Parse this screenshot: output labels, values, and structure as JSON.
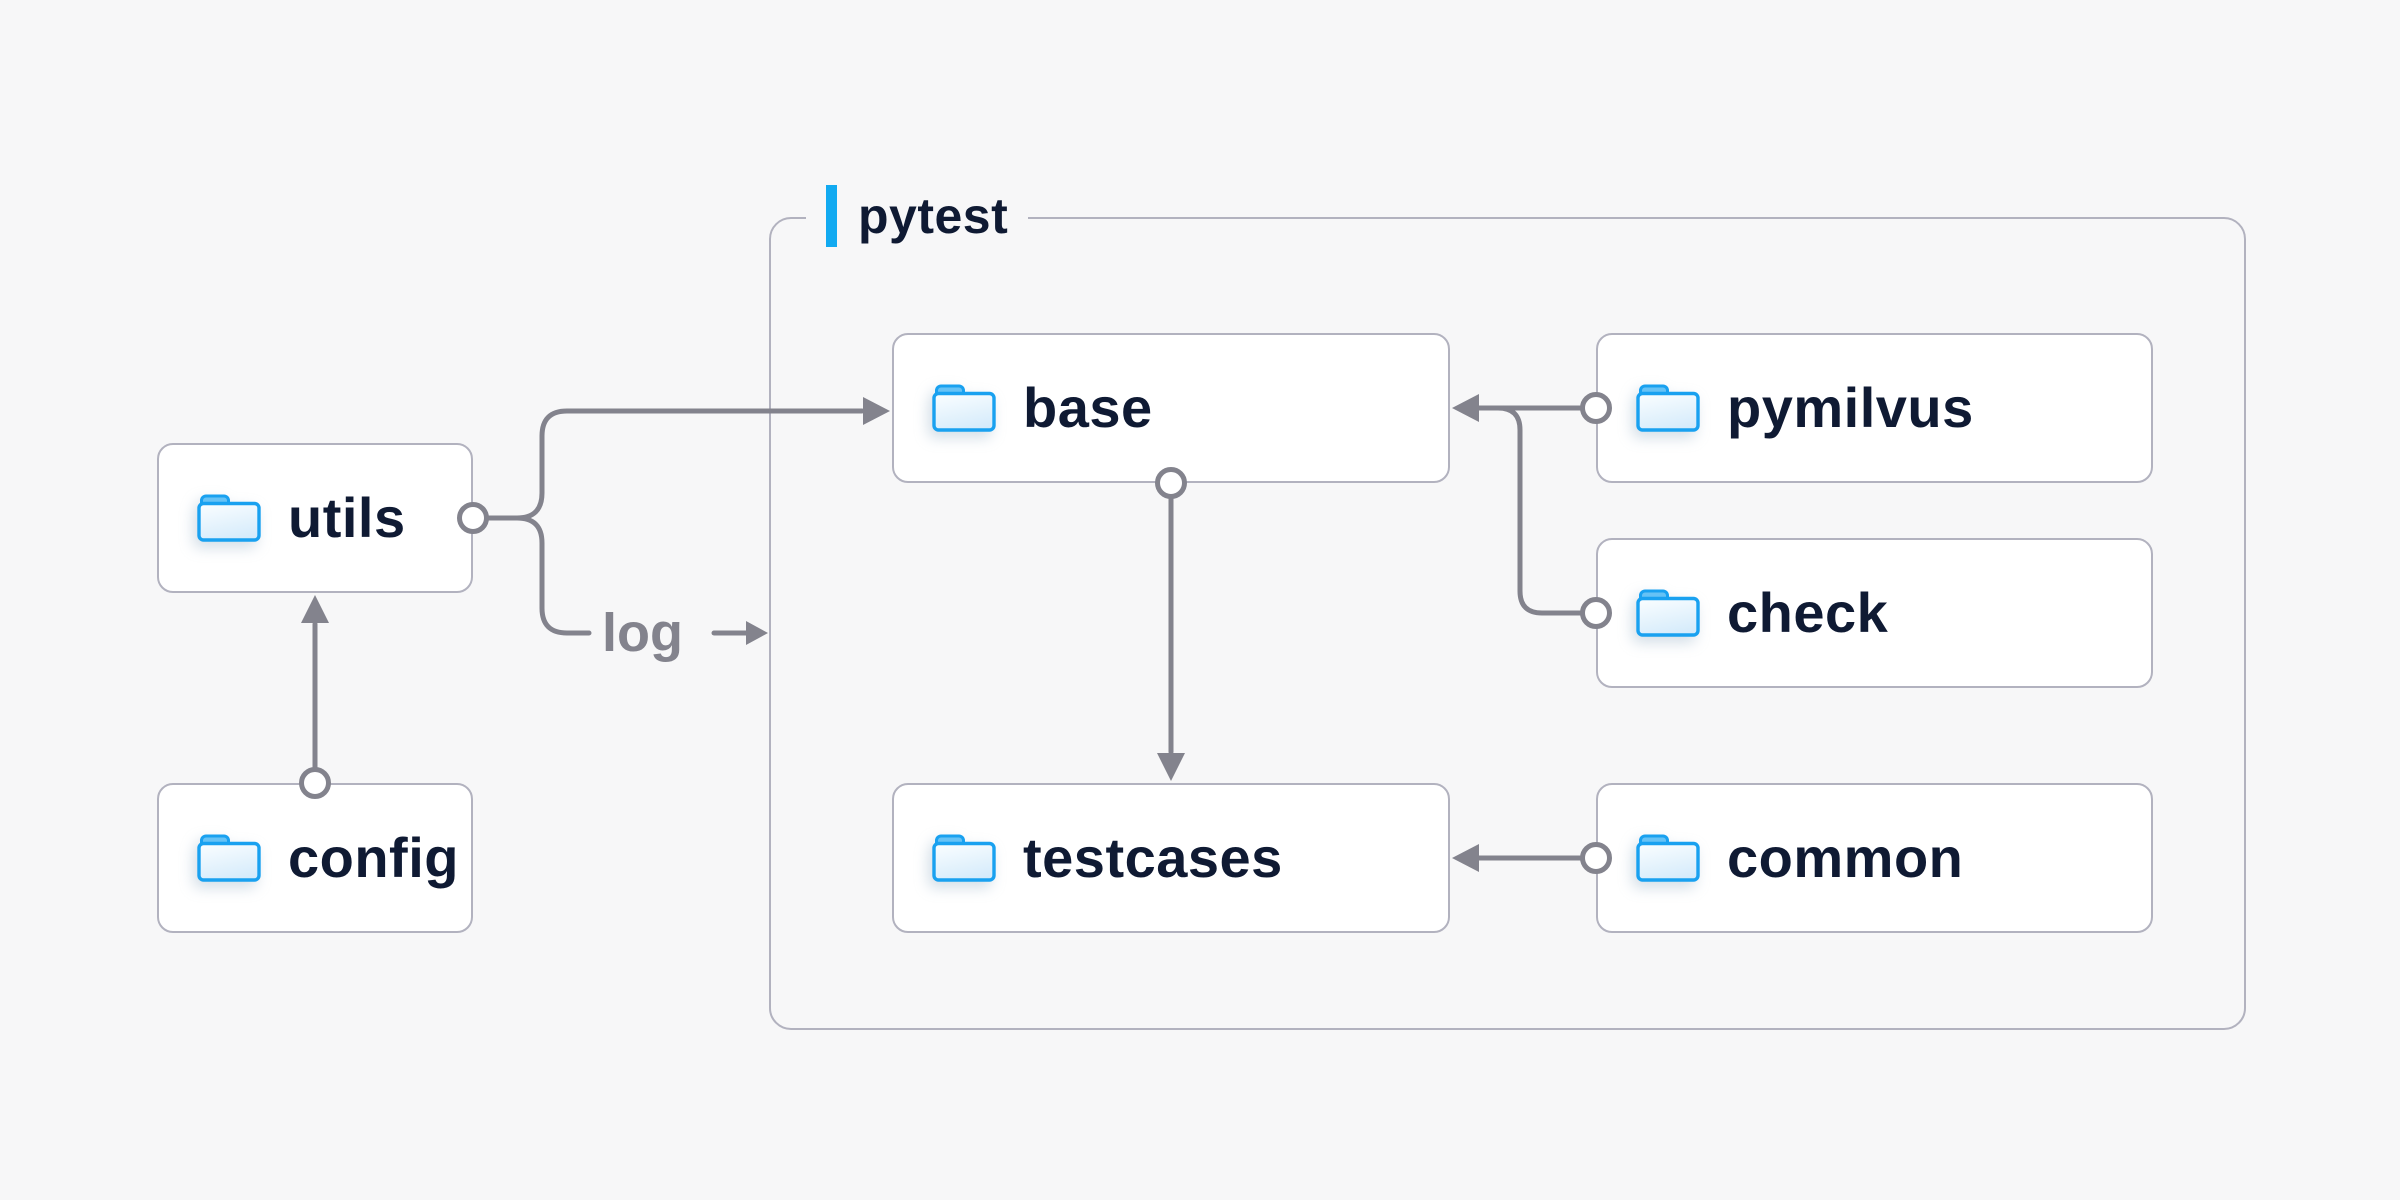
{
  "diagram": {
    "group": {
      "label": "pytest"
    },
    "nodes": {
      "utils": {
        "label": "utils",
        "icon": "folder-icon"
      },
      "config": {
        "label": "config",
        "icon": "folder-icon"
      },
      "base": {
        "label": "base",
        "icon": "folder-icon"
      },
      "pymilvus": {
        "label": "pymilvus",
        "icon": "folder-icon"
      },
      "check": {
        "label": "check",
        "icon": "folder-icon"
      },
      "testcases": {
        "label": "testcases",
        "icon": "folder-icon"
      },
      "common": {
        "label": "common",
        "icon": "folder-icon"
      }
    },
    "edge_labels": {
      "log": "log"
    },
    "edges": [
      {
        "from": "config",
        "to": "utils"
      },
      {
        "from": "utils",
        "to": "base"
      },
      {
        "from": "utils",
        "to": "log"
      },
      {
        "from": "pymilvus",
        "to": "base"
      },
      {
        "from": "check",
        "to": "base"
      },
      {
        "from": "base",
        "to": "testcases"
      },
      {
        "from": "common",
        "to": "testcases"
      }
    ],
    "colors": {
      "background": "#f7f7f8",
      "accent_blue": "#12aaf1",
      "folder_blue": "#19a1f0",
      "text_dark": "#0f1a33",
      "line_gray": "#83838d",
      "border_gray": "#b2b2bf",
      "node_background": "#ffffff"
    }
  }
}
